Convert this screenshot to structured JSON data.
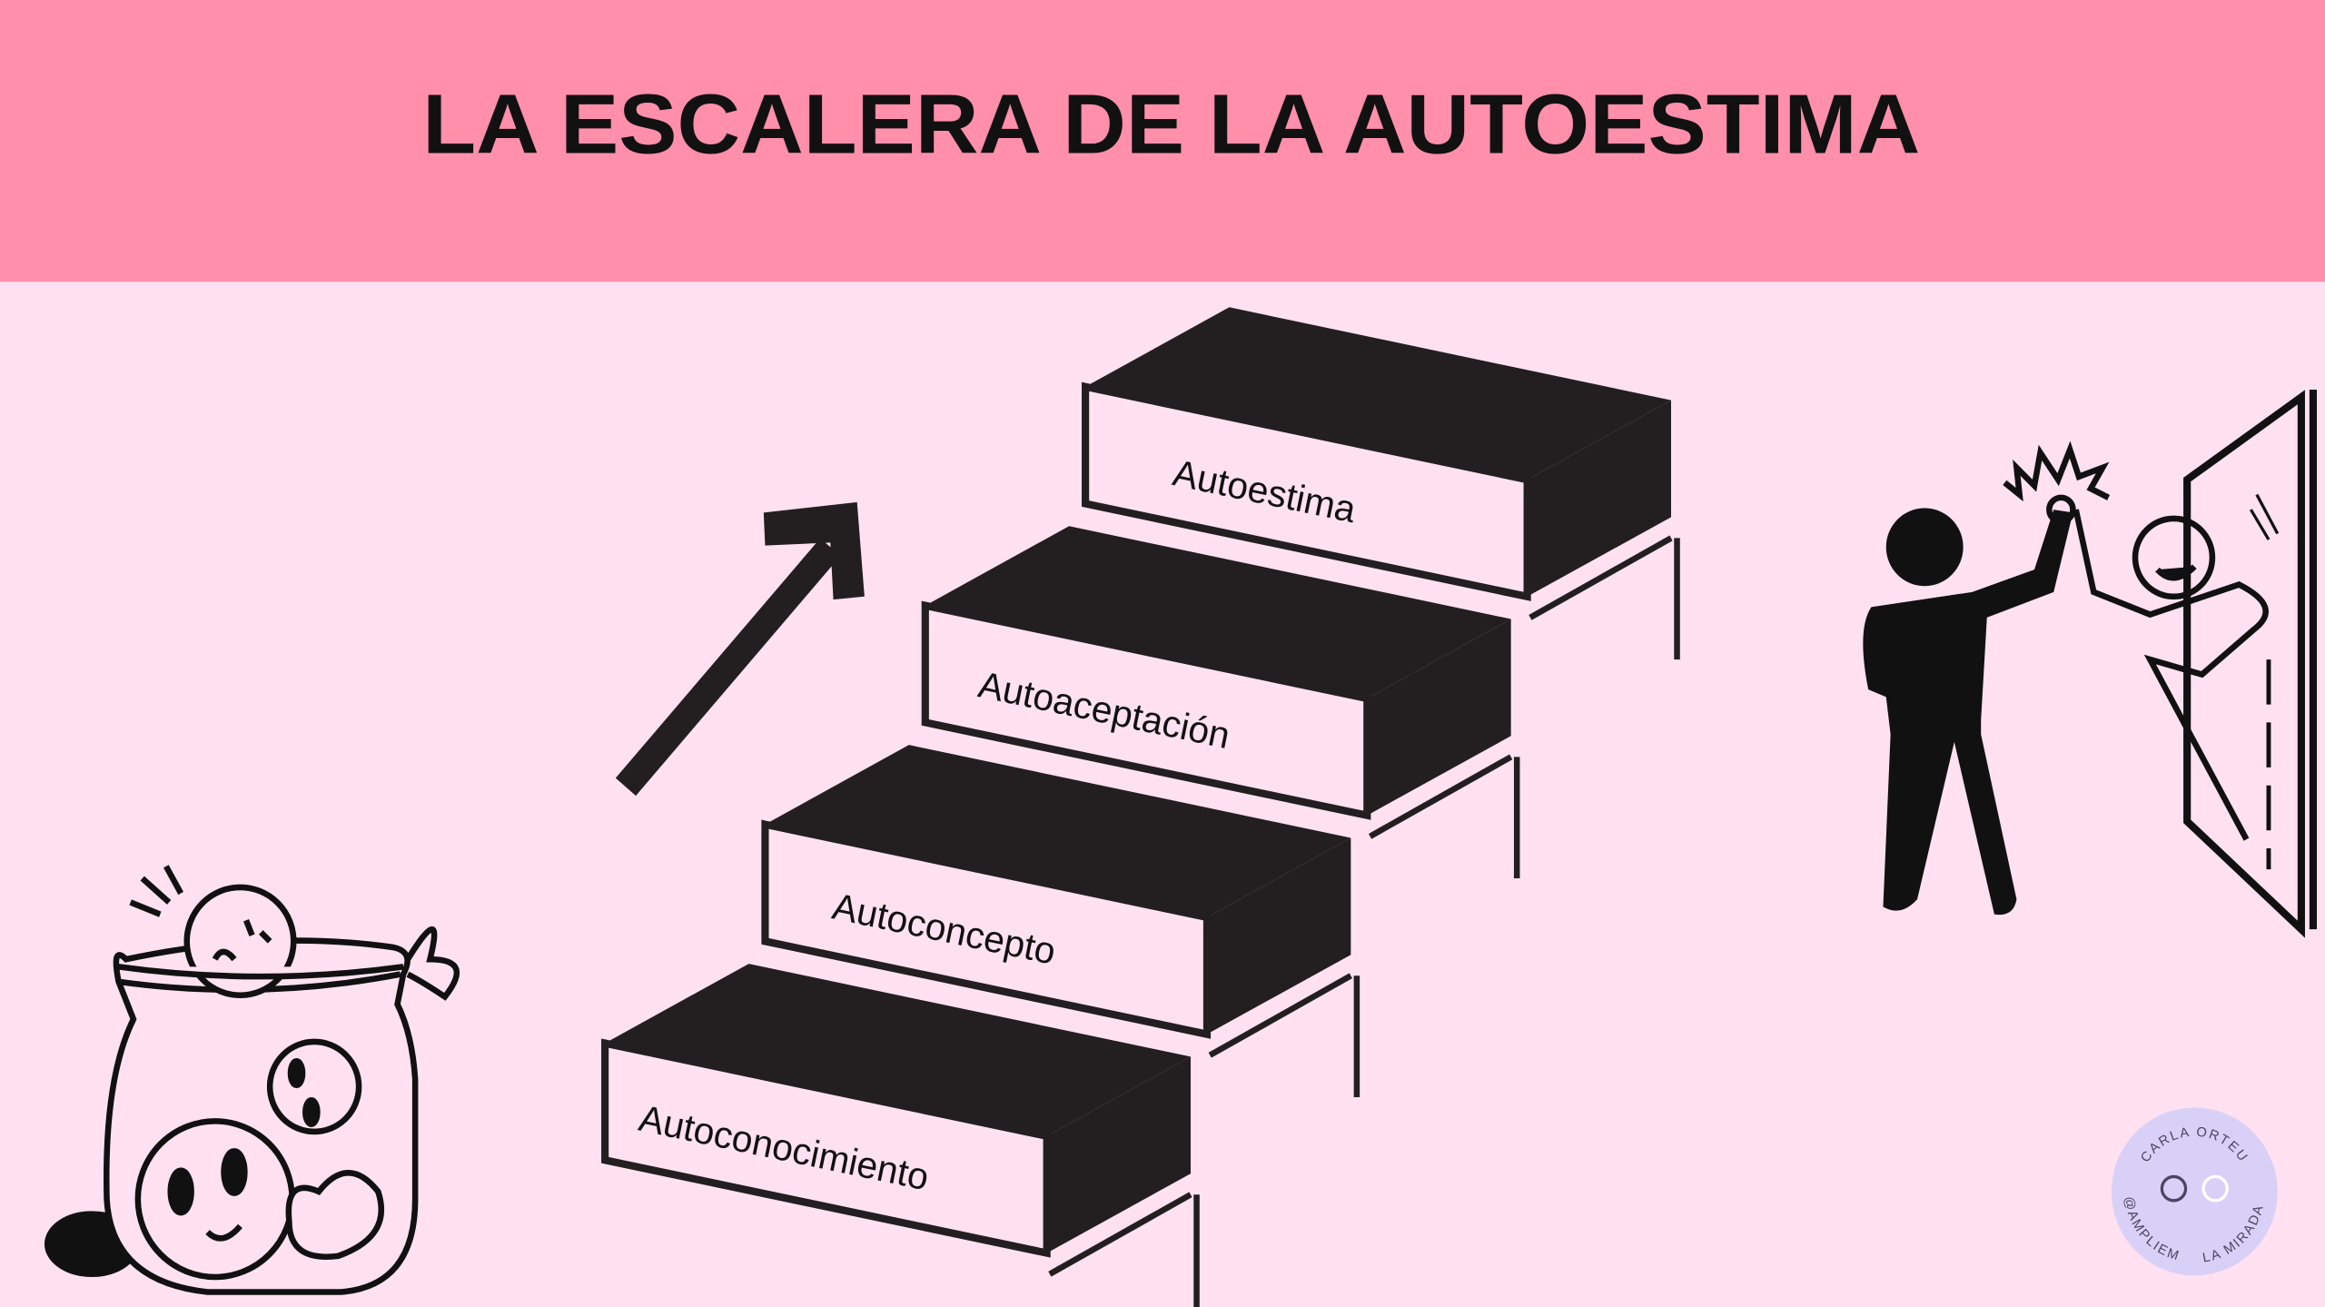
{
  "header": {
    "title": "LA ESCALERA DE LA AUTOESTIMA"
  },
  "steps": [
    {
      "label": "Autoconocimiento"
    },
    {
      "label": "Autoconcepto"
    },
    {
      "label": "Autoaceptación"
    },
    {
      "label": "Autoestima"
    }
  ],
  "logo": {
    "top_text": "CARLA ORTEU",
    "bottom_left": "@AMPLIEM",
    "bottom_right": "LA MIRADA"
  },
  "colors": {
    "header": "#ff8fab",
    "background": "#ffe1f1",
    "dark": "#231f20",
    "logo": "#d9d0f7"
  }
}
